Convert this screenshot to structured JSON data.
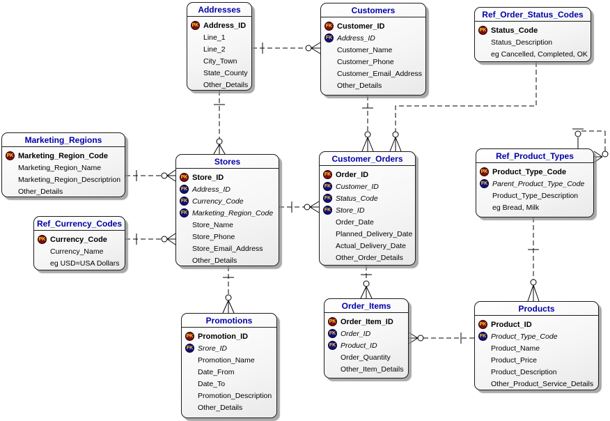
{
  "diagram": {
    "background_color": "#ffffff",
    "title_color": "#0000A8",
    "line_color": "#000000",
    "pk_icon": {
      "label": "PK",
      "bg": "#7B1010",
      "fg": "#FFCC33"
    },
    "fk_icon": {
      "label": "FK",
      "bg": "#10107B",
      "fg": "#FFCC33"
    },
    "fk_red_icon": {
      "label": "FK",
      "bg": "#7B1010",
      "fg": "#FFCC33"
    }
  },
  "tables": [
    {
      "id": "addresses",
      "title": "Addresses",
      "rows": [
        {
          "label": "Address_ID",
          "icon": "pk",
          "bold": true
        },
        {
          "label": "Line_1"
        },
        {
          "label": "Line_2"
        },
        {
          "label": "City_Town"
        },
        {
          "label": "State_County"
        },
        {
          "label": "Other_Details"
        }
      ]
    },
    {
      "id": "customers",
      "title": "Customers",
      "rows": [
        {
          "label": "Customer_ID",
          "icon": "fk-red",
          "bold": true
        },
        {
          "label": "Address_ID",
          "icon": "fk",
          "italic": true
        },
        {
          "label": "Customer_Name"
        },
        {
          "label": "Customer_Phone"
        },
        {
          "label": "Customer_Email_Address"
        },
        {
          "label": "Other_Details"
        }
      ]
    },
    {
      "id": "ref_order_status_codes",
      "title": "Ref_Order_Status_Codes",
      "rows": [
        {
          "label": "Status_Code",
          "icon": "pk",
          "bold": true
        },
        {
          "label": "Status_Description"
        },
        {
          "label": "eg Cancelled, Completed, OK"
        }
      ]
    },
    {
      "id": "marketing_regions",
      "title": "Marketing_Regions",
      "rows": [
        {
          "label": "Marketing_Region_Code",
          "icon": "pk",
          "bold": true
        },
        {
          "label": "Marketing_Region_Name"
        },
        {
          "label": "Marketing_Region_Descriptrion"
        },
        {
          "label": "Other_Details"
        }
      ]
    },
    {
      "id": "ref_currency_codes",
      "title": "Ref_Currency_Codes",
      "rows": [
        {
          "label": "Currency_Code",
          "icon": "pk",
          "bold": true
        },
        {
          "label": "Currency_Name"
        },
        {
          "label": "eg USD=USA Dollars"
        }
      ]
    },
    {
      "id": "stores",
      "title": "Stores",
      "rows": [
        {
          "label": "Store_ID",
          "icon": "pk",
          "bold": true
        },
        {
          "label": "Address_ID",
          "icon": "fk",
          "italic": true
        },
        {
          "label": "Currency_Code",
          "icon": "fk",
          "italic": true
        },
        {
          "label": "Marketing_Region_Code",
          "icon": "fk",
          "italic": true
        },
        {
          "label": "Store_Name"
        },
        {
          "label": "Store_Phone"
        },
        {
          "label": "Store_Email_Address"
        },
        {
          "label": "Other_Details"
        }
      ]
    },
    {
      "id": "customer_orders",
      "title": "Customer_Orders",
      "rows": [
        {
          "label": "Order_ID",
          "icon": "fk-red",
          "bold": true
        },
        {
          "label": "Customer_ID",
          "icon": "fk",
          "italic": true
        },
        {
          "label": "Status_Code",
          "icon": "fk",
          "italic": true
        },
        {
          "label": "Store_ID",
          "icon": "fk",
          "italic": true
        },
        {
          "label": "Order_Date"
        },
        {
          "label": "Planned_Delivery_Date"
        },
        {
          "label": "Actual_Delivery_Date"
        },
        {
          "label": "Other_Order_Details"
        }
      ]
    },
    {
      "id": "ref_product_types",
      "title": "Ref_Product_Types",
      "rows": [
        {
          "label": "Product_Type_Code",
          "icon": "pk",
          "bold": true
        },
        {
          "label": "Parent_Product_Type_Code",
          "icon": "fk",
          "italic": true
        },
        {
          "label": "Product_Type_Description"
        },
        {
          "label": "eg Bread, Milk"
        }
      ]
    },
    {
      "id": "promotions",
      "title": "Promotions",
      "rows": [
        {
          "label": "Promotion_ID",
          "icon": "pk",
          "bold": true
        },
        {
          "label": "Srore_ID",
          "icon": "fk",
          "italic": true
        },
        {
          "label": "Promotion_Name"
        },
        {
          "label": "Date_From"
        },
        {
          "label": "Date_To"
        },
        {
          "label": "Promotion_Description"
        },
        {
          "label": "Other_Details"
        }
      ]
    },
    {
      "id": "order_items",
      "title": "Order_Items",
      "rows": [
        {
          "label": "Order_Item_ID",
          "icon": "pk",
          "bold": true
        },
        {
          "label": "Order_ID",
          "icon": "fk",
          "italic": true
        },
        {
          "label": "Product_ID",
          "icon": "fk",
          "italic": true
        },
        {
          "label": "Order_Quantity"
        },
        {
          "label": "Other_Item_Details"
        }
      ]
    },
    {
      "id": "products",
      "title": "Products",
      "rows": [
        {
          "label": "Product_ID",
          "icon": "pk",
          "bold": true
        },
        {
          "label": "Product_Type_Code",
          "icon": "fk",
          "italic": true
        },
        {
          "label": "Product_Name"
        },
        {
          "label": "Product_Price"
        },
        {
          "label": "Product_Description"
        },
        {
          "label": "Other_Product_Service_Details"
        }
      ]
    }
  ],
  "relationships": [
    {
      "from": "Addresses",
      "to": "Customers",
      "from_cardinality": "one",
      "to_cardinality": "zero-or-many"
    },
    {
      "from": "Addresses",
      "to": "Stores",
      "from_cardinality": "one",
      "to_cardinality": "zero-or-many"
    },
    {
      "from": "Customers",
      "to": "Customer_Orders",
      "from_cardinality": "one",
      "to_cardinality": "zero-or-many"
    },
    {
      "from": "Ref_Order_Status_Codes",
      "to": "Customer_Orders",
      "from_cardinality": "one",
      "to_cardinality": "zero-or-many"
    },
    {
      "from": "Marketing_Regions",
      "to": "Stores",
      "from_cardinality": "one",
      "to_cardinality": "zero-or-many"
    },
    {
      "from": "Ref_Currency_Codes",
      "to": "Stores",
      "from_cardinality": "one",
      "to_cardinality": "zero-or-many"
    },
    {
      "from": "Stores",
      "to": "Customer_Orders",
      "from_cardinality": "one",
      "to_cardinality": "zero-or-many"
    },
    {
      "from": "Stores",
      "to": "Promotions",
      "from_cardinality": "one",
      "to_cardinality": "zero-or-many"
    },
    {
      "from": "Customer_Orders",
      "to": "Order_Items",
      "from_cardinality": "one",
      "to_cardinality": "zero-or-many"
    },
    {
      "from": "Products",
      "to": "Order_Items",
      "from_cardinality": "one",
      "to_cardinality": "zero-or-many"
    },
    {
      "from": "Ref_Product_Types",
      "to": "Products",
      "from_cardinality": "one",
      "to_cardinality": "zero-or-many"
    },
    {
      "from": "Ref_Product_Types",
      "to": "Ref_Product_Types",
      "from_cardinality": "zero-or-one",
      "to_cardinality": "zero-or-many"
    }
  ]
}
